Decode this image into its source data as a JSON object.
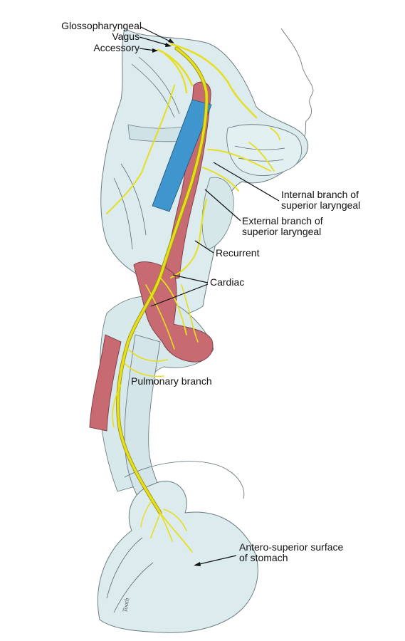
{
  "labels": {
    "glossopharyngeal": "Glossopharyngeal",
    "vagus": "Vagus",
    "accessory": "Accessory",
    "internal_branch_line1": "Internal branch of",
    "internal_branch_line2": "superior laryngeal",
    "external_branch_line1": "External branch of",
    "external_branch_line2": "superior laryngeal",
    "recurrent": "Recurrent",
    "cardiac": "Cardiac",
    "pulmonary_branch": "Pulmonary branch",
    "stomach_line1": "Antero-superior surface",
    "stomach_line2": "of stomach",
    "signature": "Tooth"
  },
  "colors": {
    "tissue": "#dcebee",
    "tissue_shadow": "#bcd3d8",
    "nerve": "#e6df1e",
    "artery": "#c86a72",
    "vein": "#3f96cf",
    "ink": "#111111"
  }
}
